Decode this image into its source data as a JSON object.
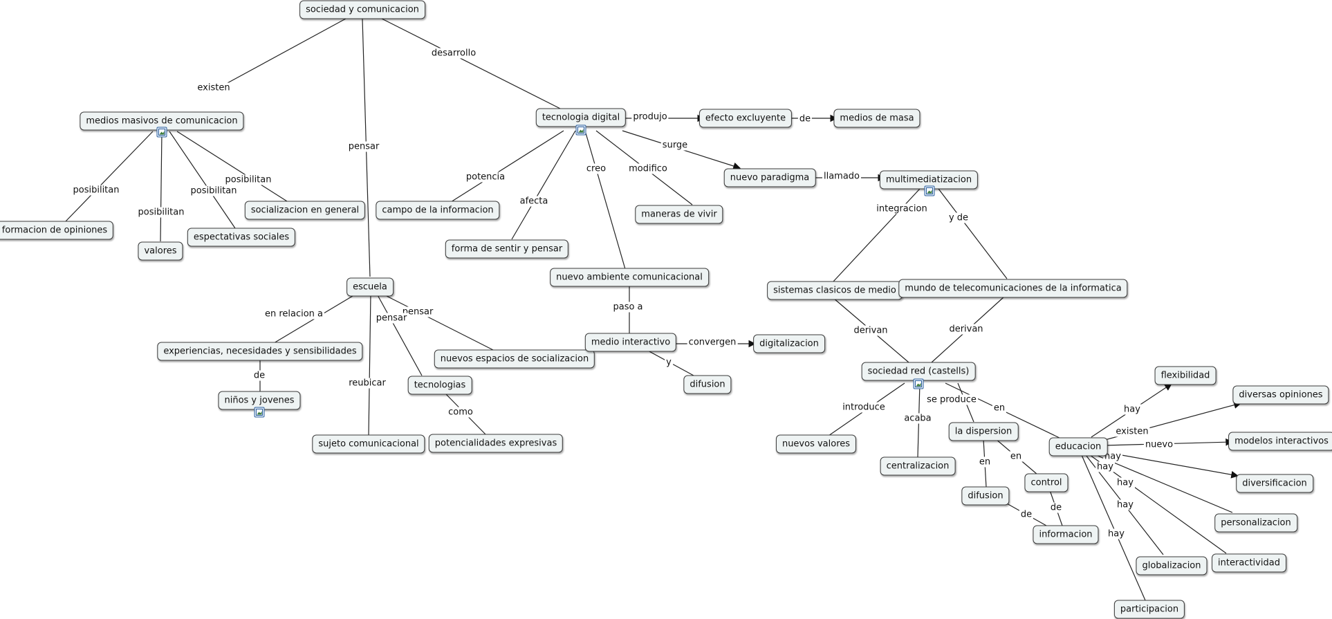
{
  "nodes": {
    "sociedad": "sociedad y comunicacion",
    "medios": "medios masivos de comunicacion",
    "tecnologia": "tecnologia digital",
    "efecto": "efecto excluyente",
    "medios_masa": "medios de masa",
    "nuevo_paradigma": "nuevo paradigma",
    "multimed": "multimediatizacion",
    "formacion": "formacion de opiniones",
    "valores": "valores",
    "espectativas": "espectativas sociales",
    "socializacion": "socializacion en general",
    "campo": "campo de la informacion",
    "forma": "forma de sentir y pensar",
    "maneras": "maneras de vivir",
    "nuevo_ambiente": "nuevo ambiente comunicacional",
    "escuela": "escuela",
    "experiencias": "experiencias, necesidades y sensibilidades",
    "ninos": "niños y jovenes",
    "nuevos_espacios": "nuevos espacios de socializacion",
    "tecnologias": "tecnologias",
    "potencialidades": "potencialidades expresivas",
    "sujeto": "sujeto comunicacional",
    "medio_interactivo": "medio interactivo",
    "digitalizacion": "digitalizacion",
    "difusion1": "difusion",
    "sistemas": "sistemas clasicos de medio",
    "mundo": "mundo de telecomunicaciones de la informatica",
    "sociedad_red": "sociedad red (castells)",
    "nuevos_valores": "nuevos valores",
    "centralizacion": "centralizacion",
    "dispersion": "la dispersion",
    "difusion2": "difusion",
    "control": "control",
    "informacion": "informacion",
    "educacion": "educacion",
    "flexibilidad": "flexibilidad",
    "diversas": "diversas  opiniones",
    "modelos": "modelos interactivos",
    "diversificacion": "diversificacion",
    "personalizacion": "personalizacion",
    "interactividad": "interactividad",
    "globalizacion": "globalizacion",
    "participacion": "participacion"
  },
  "links": {
    "existen": "existen",
    "desarrollo": "desarrollo",
    "pensar1": "pensar",
    "posibilitan1": "posibilitan",
    "posibilitan2": "posibilitan",
    "posibilitan3": "posibilitan",
    "posibilitan4": "posibilitan",
    "produjo": "produjo",
    "de1": "de",
    "surge": "surge",
    "llamado": "llamado",
    "potencia": "potencia",
    "afecta": "afecta",
    "creo": "creo",
    "modifico": "modifico",
    "integracion": "integracion",
    "yde": "y de",
    "paso_a": "paso a",
    "convergen": "convergen",
    "y": "y",
    "en_relacion_a": "en relacion a",
    "de2": "de",
    "pensar2": "pensar",
    "pensar3": "pensar",
    "reubicar": "reubicar",
    "como": "como",
    "derivan1": "derivan",
    "derivan2": "derivan",
    "introduce": "introduce",
    "acaba": "acaba",
    "se_produce": "se produce",
    "en1": "en",
    "en2": "en",
    "en3": "en",
    "de3": "de",
    "de4": "de",
    "hay1": "hay",
    "existen2": "existen",
    "nuevo": "nuevo",
    "hay2": "hay",
    "hay3": "hay",
    "hay4": "hay",
    "hay5": "hay",
    "hay6": "hay"
  },
  "colors": {
    "node_fill": "#eef3f3",
    "stroke": "#222222",
    "icon": "#2b5f9e"
  },
  "icons": {
    "attached_image": "image-icon"
  }
}
